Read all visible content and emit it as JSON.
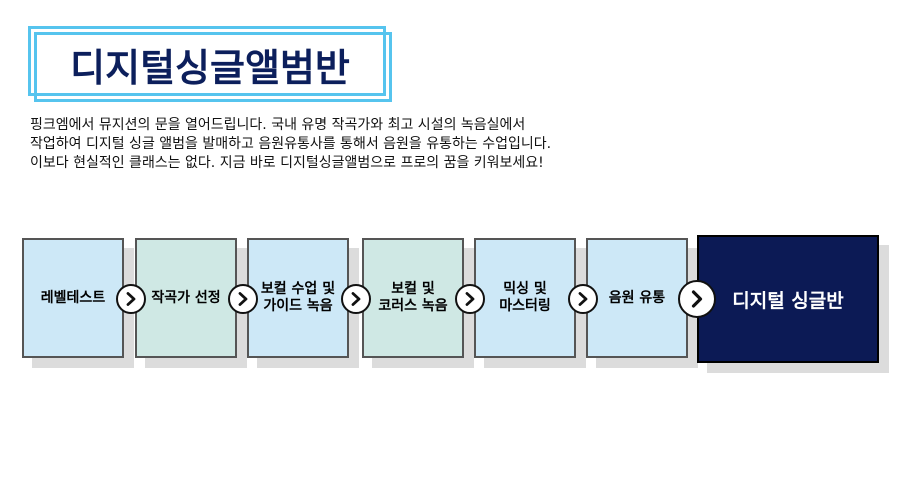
{
  "title": "디지털싱글앨범반",
  "description": [
    "핑크엠에서 뮤지션의 문을 열어드립니다. 국내 유명 작곡가와 최고 시설의 녹음실에서",
    "작업하여 디지털 싱글 앨범을 발매하고 음원유통사를 통해서 음원을 유통하는 수업입니다.",
    "이보다 현실적인 클래스는 없다. 지금 바로 디지털싱글앨범으로 프로의 꿈을 키워보세요!"
  ],
  "process": {
    "steps": [
      {
        "label": "레벨테스트",
        "color": "#cde8f7"
      },
      {
        "label": "작곡가 선정",
        "color": "#cfe8e4"
      },
      {
        "label": "보컬 수업 및\n가이드 녹음",
        "color": "#cde8f7"
      },
      {
        "label": "보컬 및\n코러스 녹음",
        "color": "#cfe8e4"
      },
      {
        "label": "믹싱 및\n마스터링",
        "color": "#cde8f7"
      },
      {
        "label": "음원 유통",
        "color": "#cde8f7"
      }
    ],
    "final": {
      "label": "디지털 싱글반",
      "color": "#0c1a55"
    },
    "arrow_icon": "chevron-right-icon"
  },
  "colors": {
    "title_text": "#0c1f5c",
    "title_frame": "#56c4ee",
    "final_box": "#0c1a55"
  }
}
